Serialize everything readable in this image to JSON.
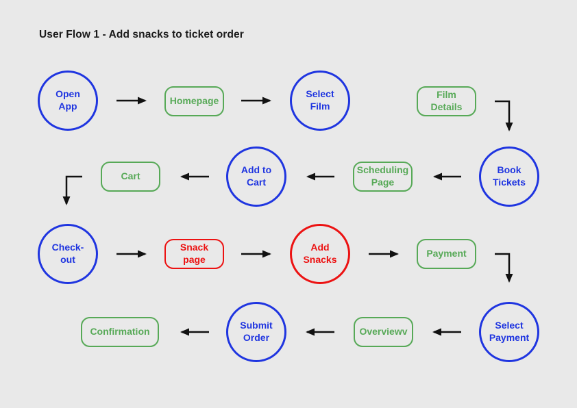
{
  "title": "User Flow 1 - Add snacks to ticket order",
  "colors": {
    "blue": "#1f35e0",
    "green": "#57a957",
    "red": "#ec1212",
    "arrow": "#111111",
    "background": "#e9e9e9",
    "title": "#1a1a1a"
  },
  "nodes": {
    "open_app": "Open\nApp",
    "homepage": "Homepage",
    "select_film": "Select\nFilm",
    "film_details": "Film\nDetails",
    "book_tickets": "Book\nTickets",
    "scheduling_page": "Scheduling\nPage",
    "add_to_cart": "Add to\nCart",
    "cart": "Cart",
    "checkout": "Check-\nout",
    "snack_page": "Snack\npage",
    "add_snacks": "Add\nSnacks",
    "payment": "Payment",
    "select_payment": "Select\nPayment",
    "overview": "Overviewv",
    "submit_order": "Submit\nOrder",
    "confirmation": "Confirmation"
  }
}
